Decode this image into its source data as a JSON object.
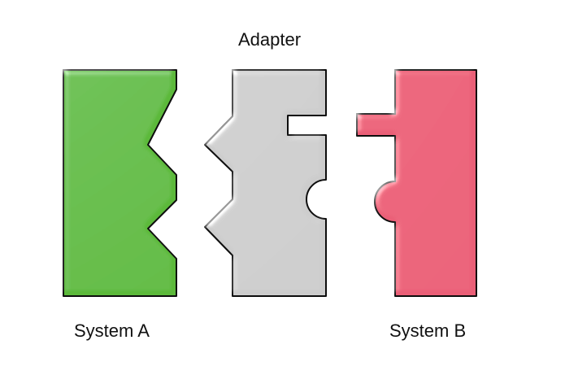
{
  "labels": {
    "adapter": "Adapter",
    "system_a": "System A",
    "system_b": "System B"
  },
  "colors": {
    "system_a": "#5cb93a",
    "adapter": "#cccccc",
    "system_b": "#ea5f77",
    "outline": "#111111"
  }
}
